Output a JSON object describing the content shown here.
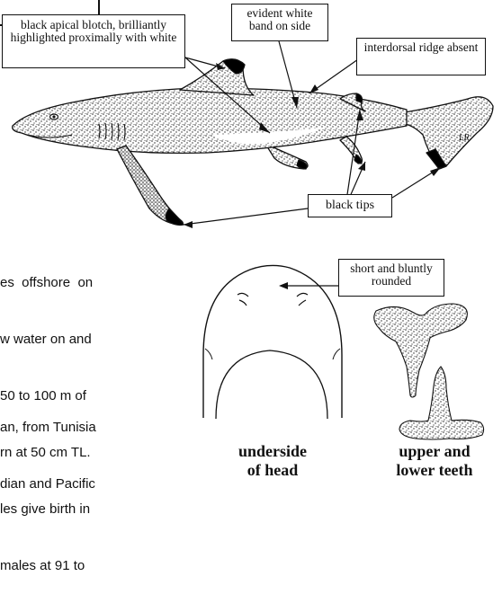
{
  "callouts": {
    "apical_blotch": "black apical blotch, brilliantly highlighted proximally with white",
    "white_band": "evident white band on side",
    "interdorsal": "interdorsal ridge absent",
    "black_tips": "black tips",
    "snout": "short and bluntly rounded"
  },
  "artist_signature": "LR.",
  "body_text": {
    "lines": [
      "es  offshore  on",
      "w water on and",
      "50 to 100 m of",
      "rn at 50 cm TL.",
      "les give birth in",
      "males at 91 to"
    ],
    "lines_b": [
      "an, from Tunisia",
      "dian and Pacific"
    ]
  },
  "captions": {
    "head": "underside of head",
    "head_line1": "underside",
    "head_line2": "of head",
    "teeth_line1": "upper and",
    "teeth_line2": "lower teeth"
  },
  "colors": {
    "ink": "#111111",
    "paper": "#ffffff",
    "fin_tip": "#000000"
  }
}
